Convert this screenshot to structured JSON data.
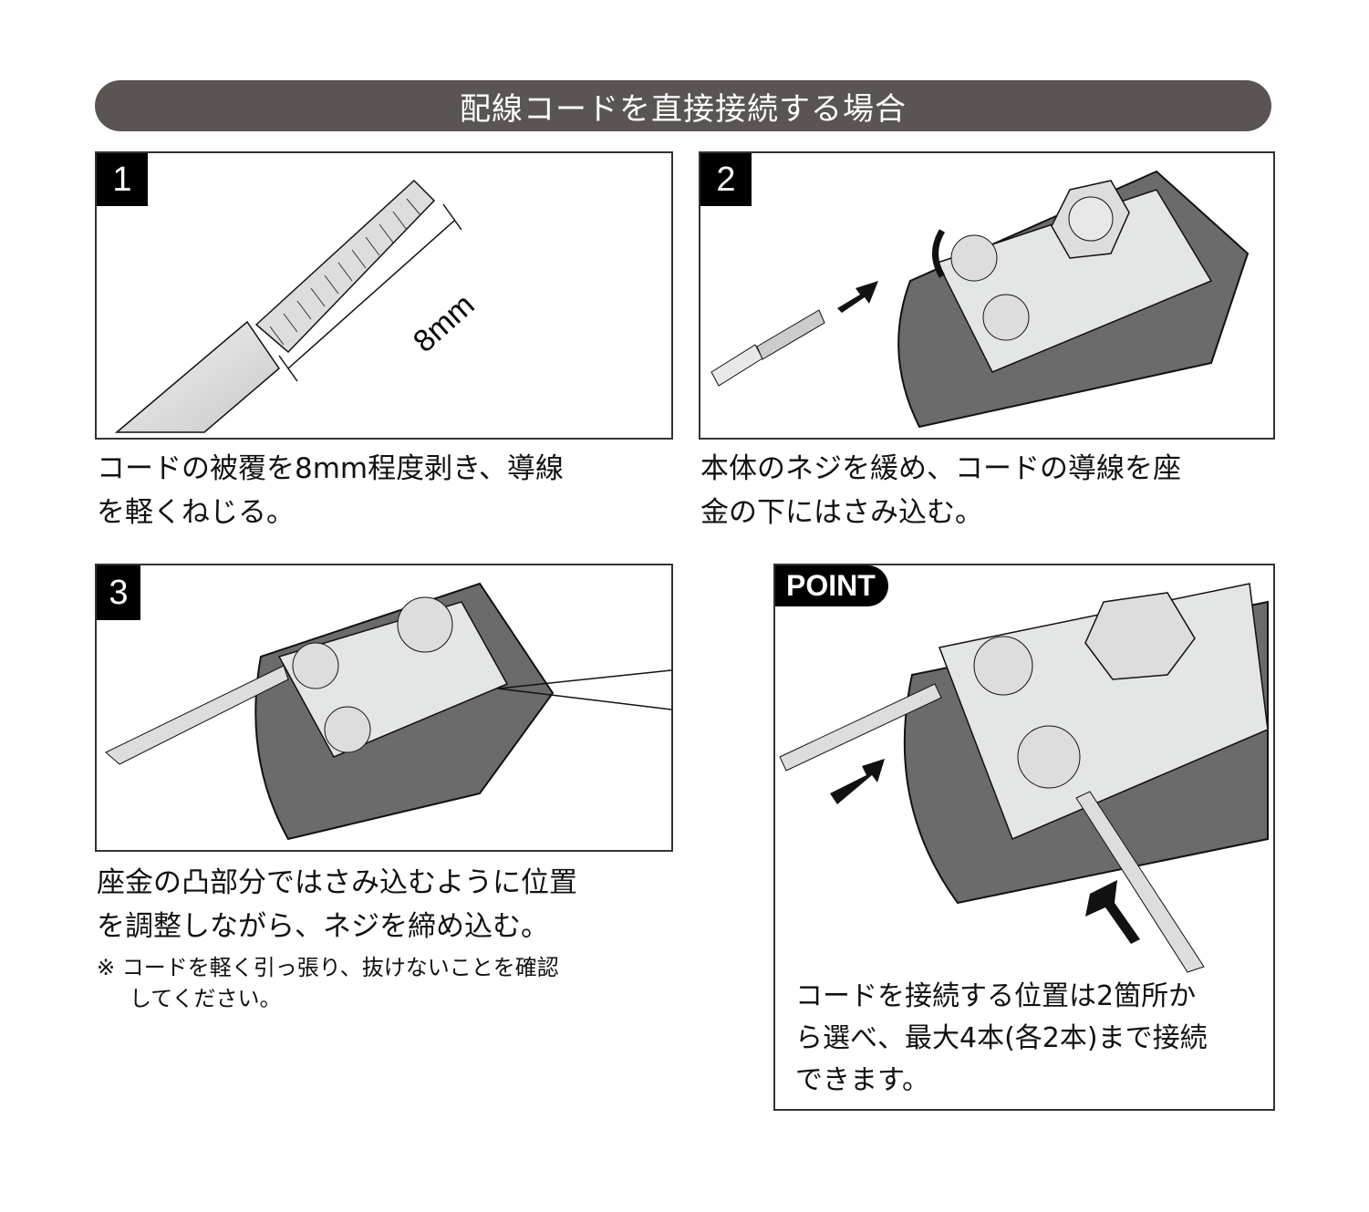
{
  "header": {
    "title": "配線コードを直接接続する場合"
  },
  "steps": [
    {
      "number": "1",
      "caption_line1": "コードの被覆を8mm程度剥き、導線",
      "caption_line2": "を軽くねじる。",
      "dimension_label": "8mm"
    },
    {
      "number": "2",
      "caption_line1": "本体のネジを緩め、コードの導線を座",
      "caption_line2": "金の下にはさみ込む。"
    },
    {
      "number": "3",
      "caption_line1": "座金の凸部分ではさみ込むように位置",
      "caption_line2": "を調整しながら、ネジを締め込む。",
      "note_mark": "※",
      "note_line1": "コードを軽く引っ張り、抜けないことを確認",
      "note_line2": "してください。"
    }
  ],
  "point": {
    "tag": "POINT",
    "caption_line1": "コードを接続する位置は2箇所か",
    "caption_line2": "ら選べ、最大4本(各2本)まで接続",
    "caption_line3": "できます。"
  },
  "colors": {
    "banner": "#5a5452",
    "body_dark": "#6b6b6b",
    "plate": "#e4e6e6"
  }
}
